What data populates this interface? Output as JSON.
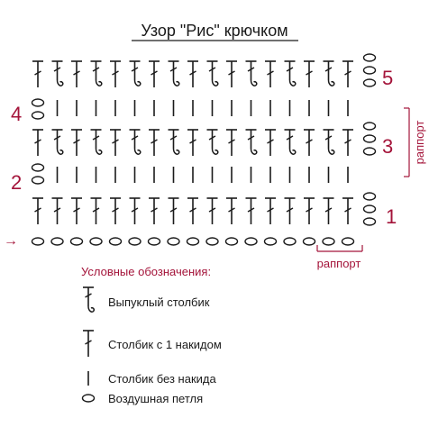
{
  "title": "Узор \"Рис\" крючком",
  "row_labels": {
    "r1": "1",
    "r2": "2",
    "r3": "3",
    "r4": "4",
    "r5": "5"
  },
  "repeat_labels": {
    "vertical": "раппорт",
    "horizontal": "раппорт"
  },
  "start_arrow": "→",
  "legend": {
    "title": "Условные обозначения:",
    "items": [
      {
        "symbol": "front-post-double-crochet",
        "label": "Выпуклый столбик"
      },
      {
        "symbol": "double-crochet",
        "label": "Столбик с 1 накидом"
      },
      {
        "symbol": "single-crochet",
        "label": "Столбик без накида"
      },
      {
        "symbol": "chain",
        "label": "Воздушная петля"
      }
    ]
  },
  "colors": {
    "ink": "#1a1a1a",
    "accent": "#a4143a"
  }
}
